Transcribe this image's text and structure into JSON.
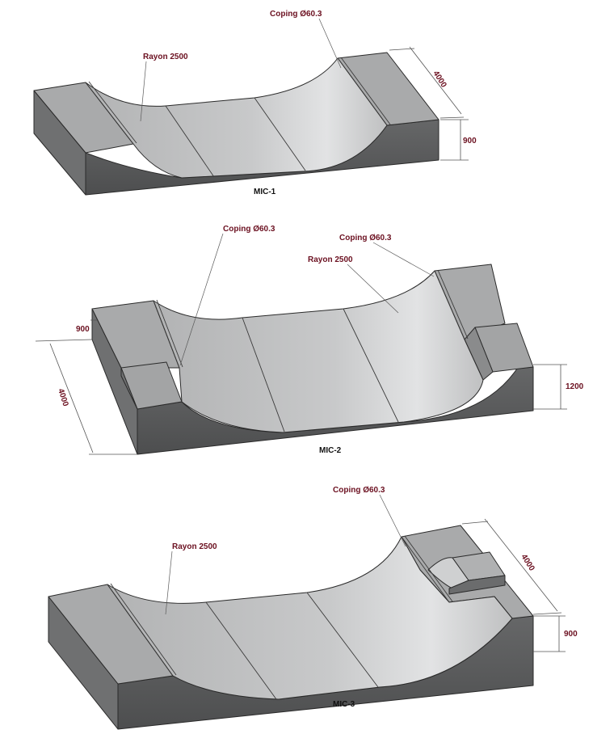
{
  "ramps": [
    {
      "title": "MIC-1",
      "labels": {
        "coping": "Coping Ø60.3",
        "rayon": "Rayon 2500"
      },
      "dimensions": {
        "length": "4000",
        "height": "900"
      }
    },
    {
      "title": "MIC-2",
      "labels": {
        "coping_left": "Coping Ø60.3",
        "coping_right": "Coping Ø60.3",
        "rayon": "Rayon 2500"
      },
      "dimensions": {
        "length": "4000",
        "height_left": "900",
        "height_right": "1200"
      }
    },
    {
      "title": "MIC-3",
      "labels": {
        "coping": "Coping Ø60.3",
        "rayon": "Rayon 2500"
      },
      "dimensions": {
        "length": "4000",
        "height": "900"
      }
    }
  ],
  "colors": {
    "label": "#6b1020",
    "top_face": "#a9aaab",
    "side_dark": "#575859",
    "ramp_light": "#d7d8d9"
  }
}
